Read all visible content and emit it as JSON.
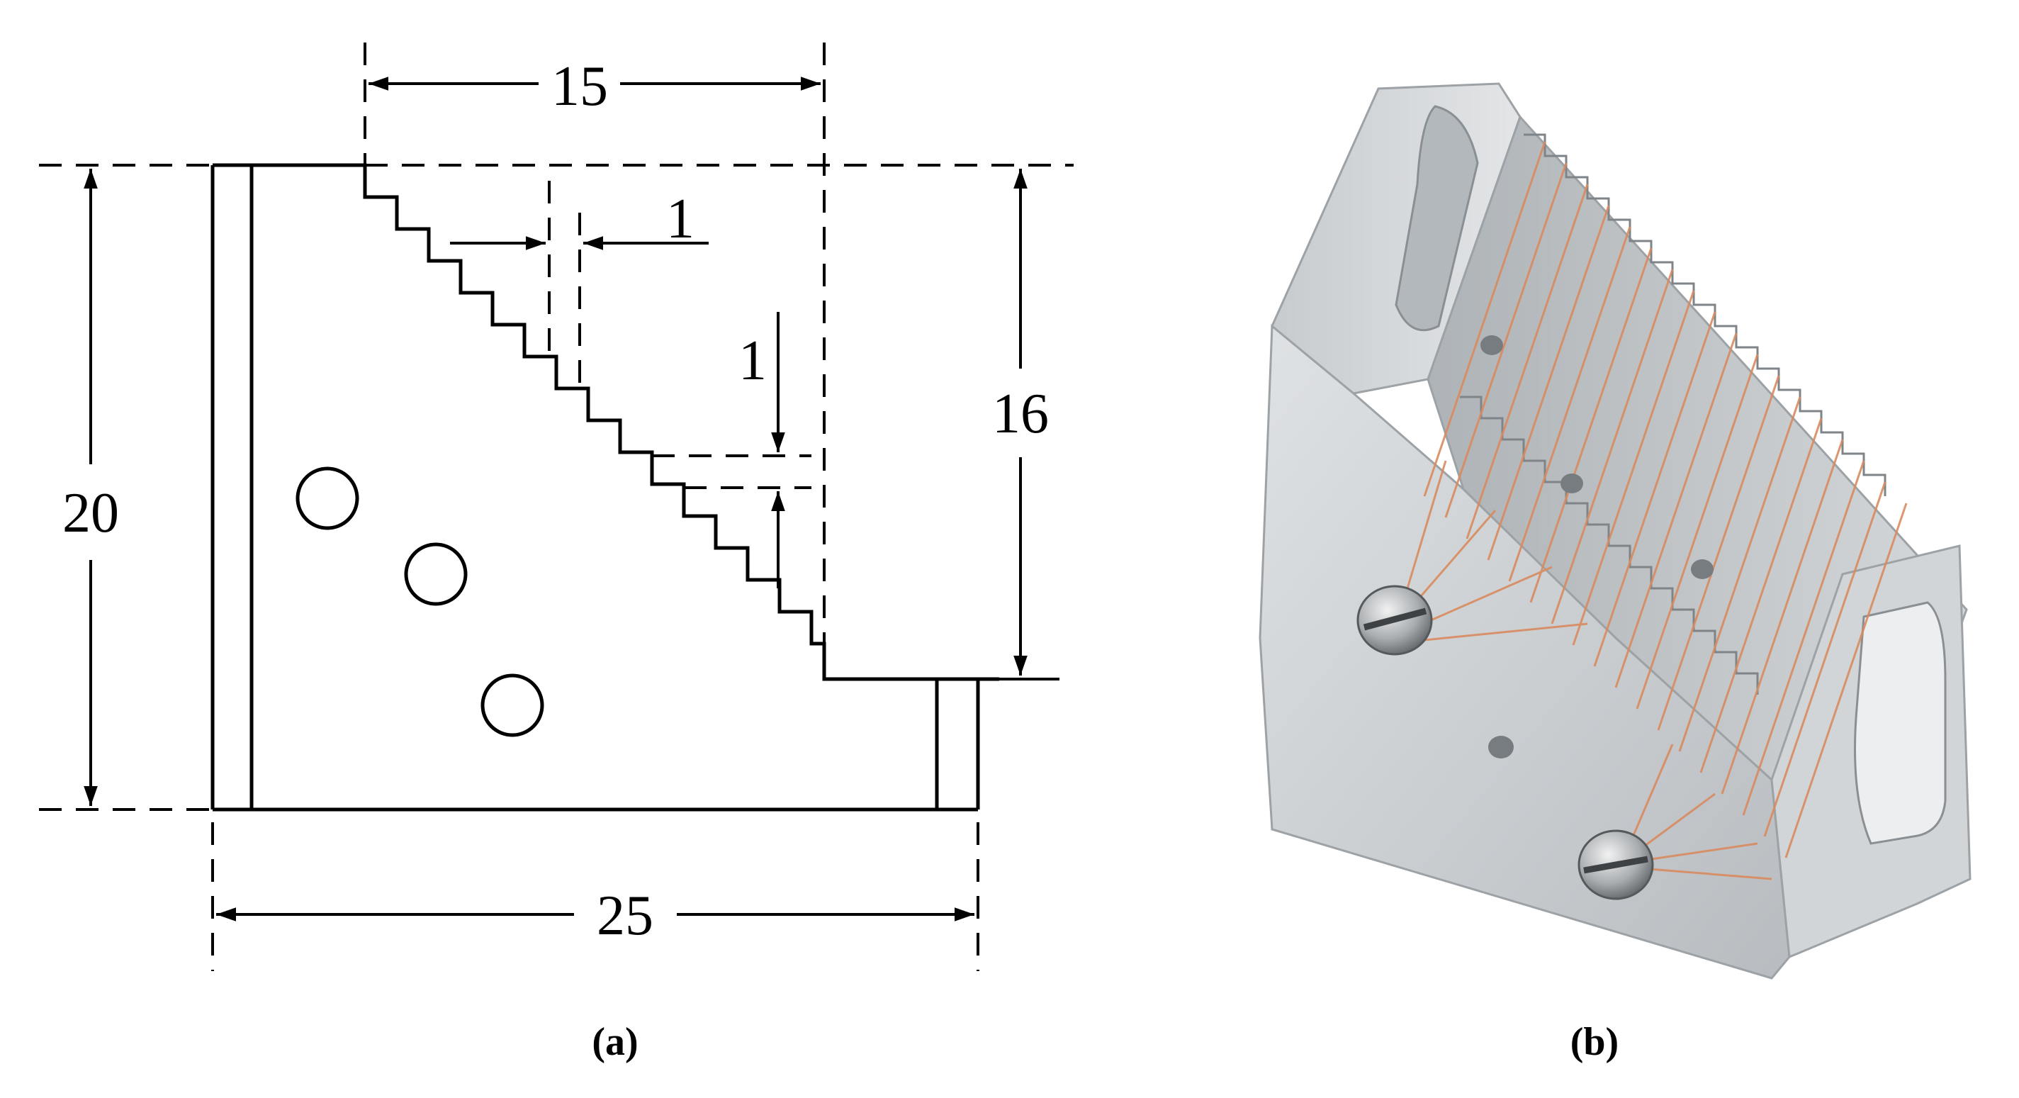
{
  "panel_a": {
    "dimensions": {
      "top_width": "15",
      "step_width": "1",
      "step_height": "1",
      "right_height": "16",
      "left_height": "20",
      "bottom_width": "25"
    },
    "caption": "(a)"
  },
  "panel_b": {
    "caption": "(b)",
    "colors": {
      "metal": "#c9cdd0",
      "metal_dark": "#8f9498",
      "wire": "#d98b5f"
    }
  }
}
